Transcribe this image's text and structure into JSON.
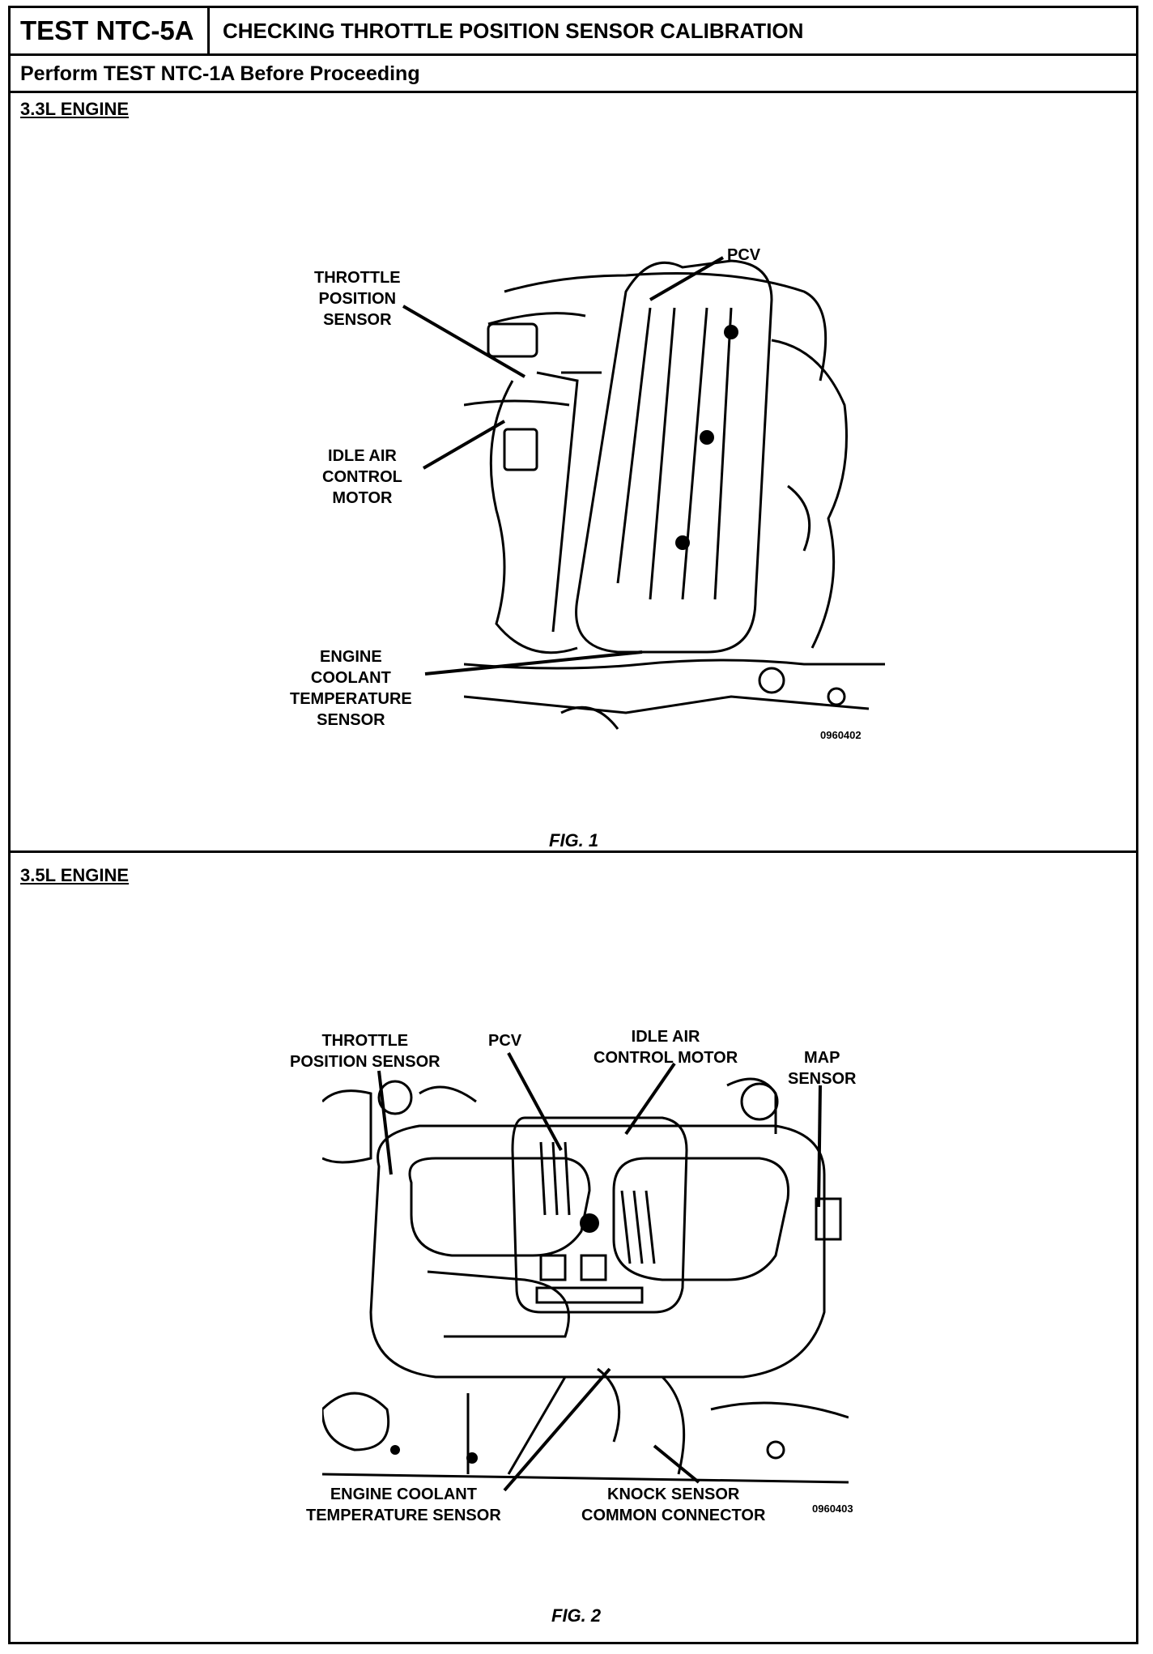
{
  "header": {
    "test_id": "TEST NTC-5A",
    "title": "CHECKING THROTTLE POSITION SENSOR CALIBRATION",
    "prerequisite": "Perform TEST NTC-1A Before Proceeding"
  },
  "fig1": {
    "section_label": "3.3L ENGINE",
    "caption": "FIG. 1",
    "code": "0960402",
    "callouts": {
      "pcv": "PCV",
      "tps_l1": "THROTTLE",
      "tps_l2": "POSITION",
      "tps_l3": "SENSOR",
      "iac_l1": "IDLE AIR",
      "iac_l2": "CONTROL",
      "iac_l3": "MOTOR",
      "ect_l1": "ENGINE",
      "ect_l2": "COOLANT",
      "ect_l3": "TEMPERATURE",
      "ect_l4": "SENSOR"
    }
  },
  "fig2": {
    "section_label": "3.5L ENGINE",
    "caption": "FIG. 2",
    "code": "0960403",
    "callouts": {
      "tps_l1": "THROTTLE",
      "tps_l2": "POSITION SENSOR",
      "pcv": "PCV",
      "iac_l1": "IDLE AIR",
      "iac_l2": "CONTROL MOTOR",
      "map_l1": "MAP",
      "map_l2": "SENSOR",
      "ect_l1": "ENGINE COOLANT",
      "ect_l2": "TEMPERATURE SENSOR",
      "knock_l1": "KNOCK SENSOR",
      "knock_l2": "COMMON CONNECTOR"
    }
  }
}
